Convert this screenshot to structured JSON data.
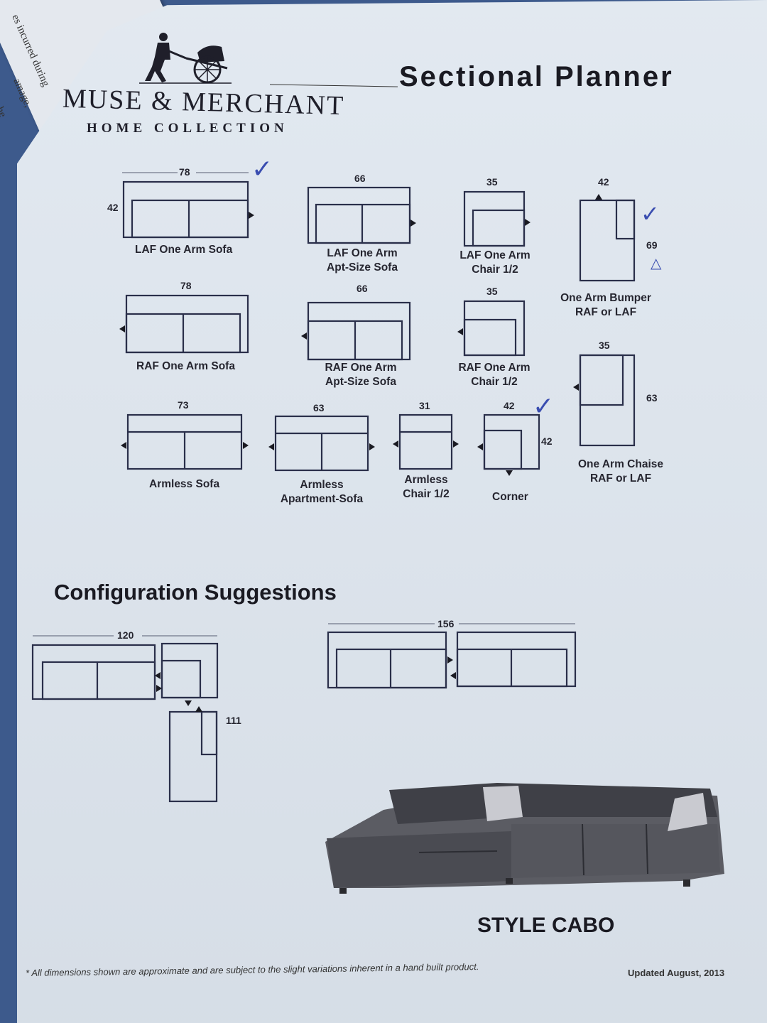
{
  "brand": {
    "name": "MUSE & MERCHANT",
    "sub": "HOME COLLECTION"
  },
  "title": "Sectional Planner",
  "under_sheet": {
    "line1": "es incurred during",
    "line2": "amage,",
    "line3": "he"
  },
  "pieces": [
    {
      "label": "LAF One Arm Sofa",
      "width": "78",
      "depth": "42"
    },
    {
      "label": "LAF One Arm Apt-Size Sofa",
      "width": "66"
    },
    {
      "label": "LAF One Arm Chair 1/2",
      "width": "35"
    },
    {
      "label": "One Arm Bumper RAF or LAF",
      "width": "42",
      "depth": "69"
    },
    {
      "label": "RAF One Arm Sofa",
      "width": "78"
    },
    {
      "label": "RAF One Arm Apt-Size Sofa",
      "width": "66"
    },
    {
      "label": "RAF One Arm Chair 1/2",
      "width": "35"
    },
    {
      "label": "One Arm Chaise RAF or LAF",
      "width": "35",
      "depth": "63"
    },
    {
      "label": "Armless Sofa",
      "width": "73"
    },
    {
      "label": "Armless Apartment-Sofa",
      "width": "63"
    },
    {
      "label": "Armless Chair 1/2",
      "width": "31"
    },
    {
      "label": "Corner",
      "width": "42",
      "depth": "42"
    }
  ],
  "labels": {
    "p0": "LAF One Arm Sofa",
    "p1a": "LAF One Arm",
    "p1b": "Apt-Size Sofa",
    "p2a": "LAF One Arm",
    "p2b": "Chair 1/2",
    "p3a": "One Arm Bumper",
    "p3b": "RAF or LAF",
    "p4": "RAF One Arm Sofa",
    "p5a": "RAF One Arm",
    "p5b": "Apt-Size Sofa",
    "p6a": "RAF One Arm",
    "p6b": "Chair 1/2",
    "p7a": "One Arm Chaise",
    "p7b": "RAF or LAF",
    "p8": "Armless Sofa",
    "p9a": "Armless",
    "p9b": "Apartment-Sofa",
    "p10a": "Armless",
    "p10b": "Chair 1/2",
    "p11": "Corner"
  },
  "configuration": {
    "title": "Configuration Suggestions",
    "config1_width": "120",
    "config1_depth": "111",
    "config2_width": "156"
  },
  "style": "STYLE CABO",
  "footer": {
    "note": "* All dimensions shown are approximate and are subject to the slight variations inherent in a hand built product.",
    "updated": "Updated August, 2013"
  },
  "annotations": {
    "check": "✓",
    "triangle": "△"
  },
  "colors": {
    "paper": "#dde5ee",
    "ink": "#262630",
    "pen": "#3a4db0",
    "background": "#3d5a8c"
  }
}
